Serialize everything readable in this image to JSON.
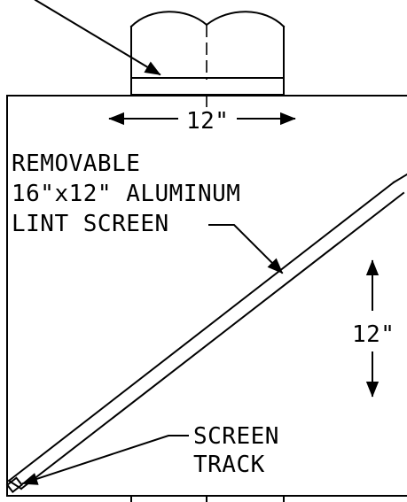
{
  "labels": {
    "top_dimension": "12\"",
    "note_line1": "REMOVABLE",
    "note_line2": "16\"x12\" ALUMINUM",
    "note_line3": "LINT SCREEN",
    "side_dimension": "12\"",
    "track_line1": "SCREEN",
    "track_line2": "TRACK"
  }
}
